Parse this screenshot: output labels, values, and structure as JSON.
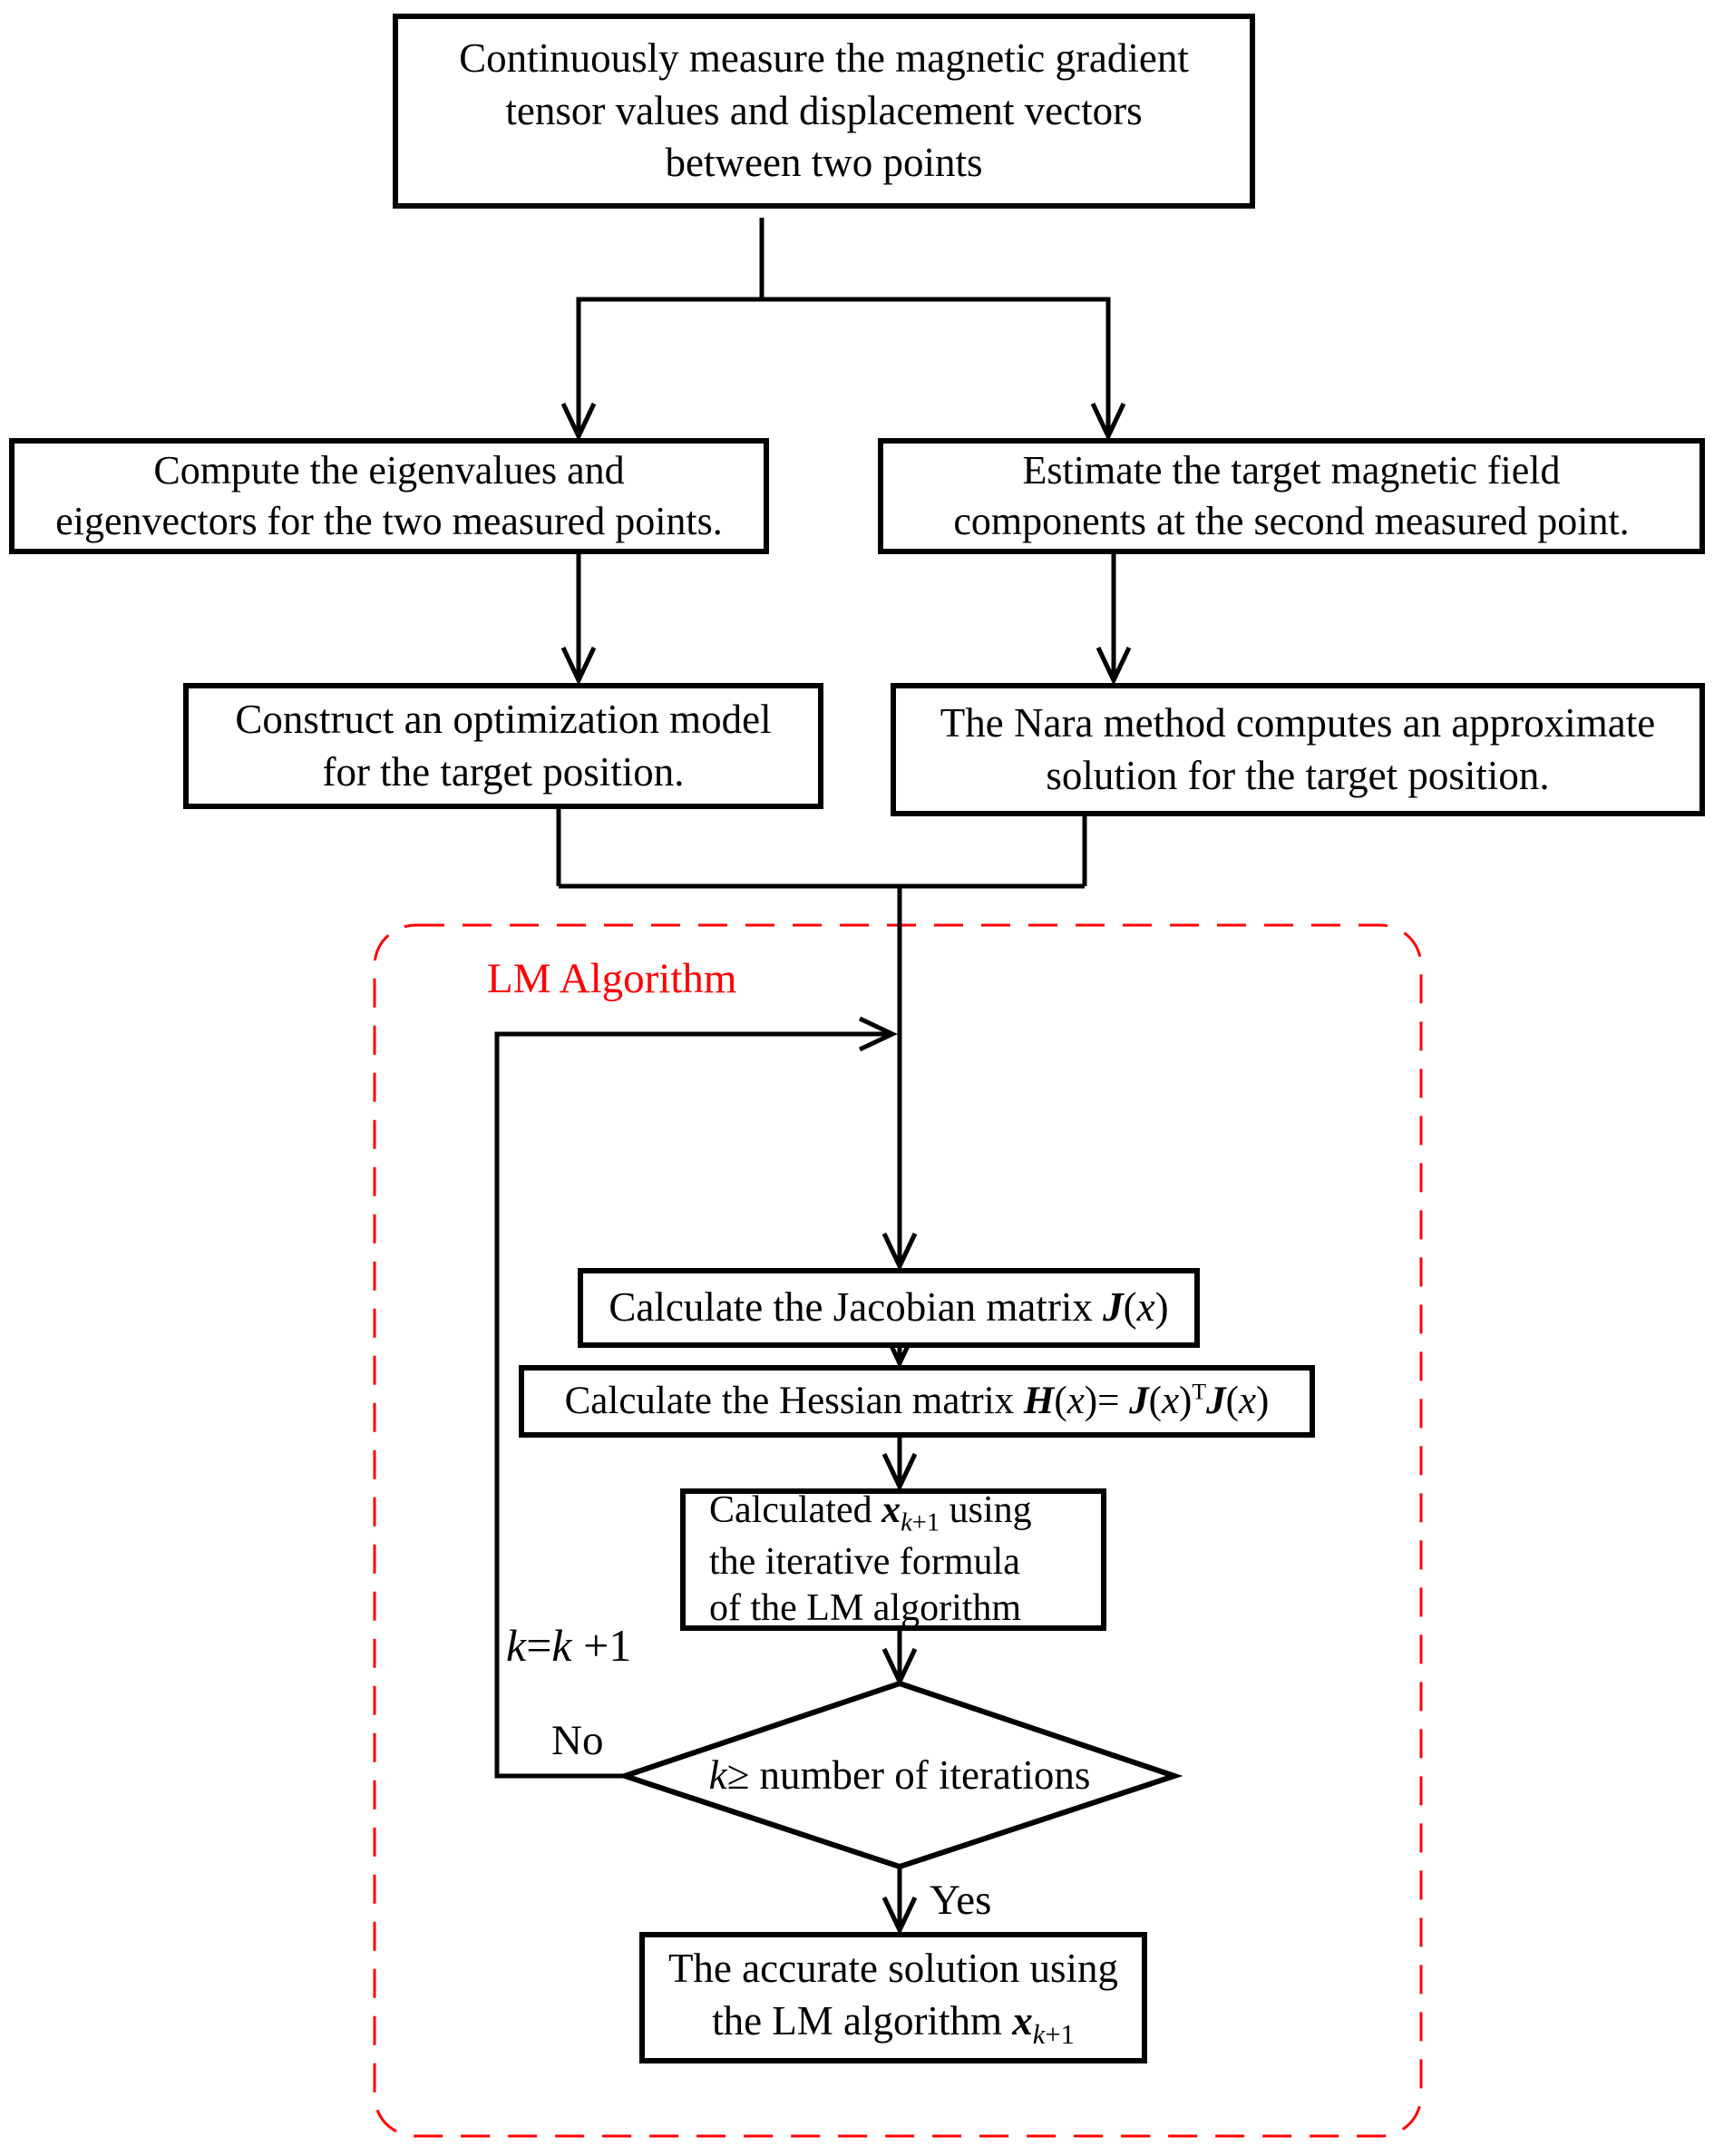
{
  "colors": {
    "line_black": "#000000",
    "accent_red": "#ff0000",
    "box_fill": "#ffffff"
  },
  "nodes": {
    "measure": {
      "lines": [
        "Continuously measure the magnetic gradient",
        "tensor values and displacement vectors",
        "between two points"
      ]
    },
    "eigen": {
      "lines": [
        "Compute the eigenvalues and",
        "eigenvectors for the two measured points."
      ]
    },
    "estimate": {
      "lines": [
        "Estimate the target magnetic field",
        "components at the second measured point."
      ]
    },
    "optimize": {
      "lines": [
        "Construct an optimization model",
        "for the target position."
      ]
    },
    "nara": {
      "lines": [
        "The Nara method computes an approximate",
        "solution for the target position."
      ]
    },
    "jacobian": {
      "line": [
        {
          "t": "Calculate the Jacobian matrix "
        },
        {
          "t": "J",
          "s": "bi"
        },
        {
          "t": "("
        },
        {
          "t": "x",
          "s": "i"
        },
        {
          "t": ")"
        }
      ]
    },
    "hessian": {
      "line": [
        {
          "t": "Calculate the Hessian matrix "
        },
        {
          "t": "H",
          "s": "bi"
        },
        {
          "t": "("
        },
        {
          "t": "x",
          "s": "i"
        },
        {
          "t": ")= "
        },
        {
          "t": "J",
          "s": "bi"
        },
        {
          "t": "("
        },
        {
          "t": "x",
          "s": "i"
        },
        {
          "t": ")"
        },
        {
          "t": "T",
          "s": "sup"
        },
        {
          "t": "J",
          "s": "bi"
        },
        {
          "t": "("
        },
        {
          "t": "x",
          "s": "i"
        },
        {
          "t": ")"
        }
      ]
    },
    "iterate": {
      "lines_rich": [
        [
          {
            "t": "Calculated "
          },
          {
            "t": "x",
            "s": "bi"
          },
          {
            "t": "k",
            "s": "subi"
          },
          {
            "t": "+1",
            "s": "sub"
          },
          {
            "t": " using"
          }
        ],
        [
          {
            "t": "the iterative formula"
          }
        ],
        [
          {
            "t": "of the LM algorithm"
          }
        ]
      ]
    },
    "decision": {
      "line": [
        {
          "t": "k",
          "s": "i"
        },
        {
          "t": " ≥ number of iterations"
        }
      ]
    },
    "final": {
      "lines_rich": [
        [
          {
            "t": "The accurate solution using"
          }
        ],
        [
          {
            "t": "the LM algorithm "
          },
          {
            "t": "x",
            "s": "bi"
          },
          {
            "t": "k",
            "s": "subi"
          },
          {
            "t": "+1",
            "s": "sub"
          }
        ]
      ]
    }
  },
  "labels": {
    "lm_algorithm": "LM Algorithm",
    "no": "No",
    "yes": "Yes",
    "k_update": [
      {
        "t": "k",
        "s": "i"
      },
      {
        "t": "="
      },
      {
        "t": "k",
        "s": "i"
      },
      {
        "t": " +1"
      }
    ]
  }
}
